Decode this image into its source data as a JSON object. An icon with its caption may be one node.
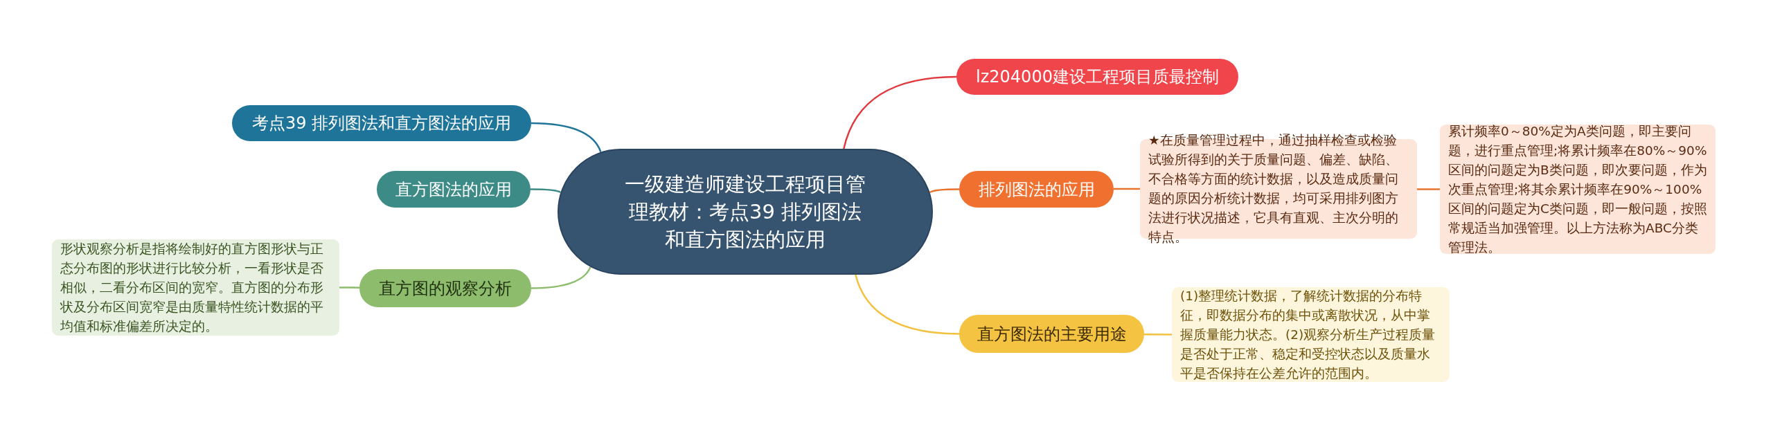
{
  "diagram": {
    "nodes": [
      {
        "text": [
          "一级建造师建设工程项目管理教材：考点39 排列图法和直方图法的应用"
        ]
      },
      {
        "text": [
          "lz204000建设工程项目质最控制"
        ]
      },
      {
        "text": [
          "排列图法的应用"
        ]
      },
      {
        "text": [
          "★在质量管理过程中，通过抽样检查或检验试验所得到的关于质量问题、偏差、缺陷、不合格等方面的统计数据，以及造成质量问题的原因分析统计数据，均可采用排列图方法进行状况描述，它具有直观、主次分明的特点。"
        ]
      },
      {
        "text": [
          "累计频率0～80%定为A类问题，即主要问题，进行重点管理;将累计频率在80%～90%区间的问题定为B类问题，即次要问题，作为次重点管理;将其余累计频率在90%～100%区间的问题定为C类问题，即一般问题，按照常规适当加强管理。以上方法称为ABC分类管理法。"
        ]
      },
      {
        "text": [
          "直方图法的主要用途"
        ]
      },
      {
        "text": [
          "(1)整理统计数据，了解统计数据的分布特征，即数据分布的集中或离散状况，从中掌握质量能力状态。(2)观察分析生产过程质量是否处于正常、稳定和受控状态以及质量水平是否保持在公差允许的范围内。"
        ]
      },
      {
        "text": [
          "考点39 排列图法和直方图法的应用"
        ]
      },
      {
        "text": [
          "直方图法的应用"
        ]
      },
      {
        "text": [
          "直方图的观察分析"
        ]
      },
      {
        "text": [
          "形状观察分析是指将绘制好的直方图形状与正态分布图的形状进行比较分析，一看形状是否相似，二看分布区间的宽窄。直方图的分布形状及分布区间宽窄是由质量特性统计数据的平均值和标准偏差所决定的。"
        ]
      }
    ],
    "edges": [
      {
        "from": 0,
        "to": 1,
        "arrow": "none",
        "color": "#e0393e"
      },
      {
        "from": 0,
        "to": 2,
        "arrow": "none",
        "color": "#e8722e"
      },
      {
        "from": 2,
        "to": 3,
        "arrow": "none",
        "color": "#e8722e"
      },
      {
        "from": 3,
        "to": 4,
        "arrow": "none",
        "color": "#e8722e"
      },
      {
        "from": 0,
        "to": 5,
        "arrow": "none",
        "color": "#f2c13f"
      },
      {
        "from": 5,
        "to": 6,
        "arrow": "none",
        "color": "#f2c13f"
      },
      {
        "from": 0,
        "to": 7,
        "arrow": "none",
        "color": "#1f7499"
      },
      {
        "from": 0,
        "to": 8,
        "arrow": "none",
        "color": "#3d8b86"
      },
      {
        "from": 0,
        "to": 9,
        "arrow": "none",
        "color": "#8dbd6c"
      },
      {
        "from": 9,
        "to": 10,
        "arrow": "none",
        "color": "#8dbd6c"
      }
    ]
  }
}
